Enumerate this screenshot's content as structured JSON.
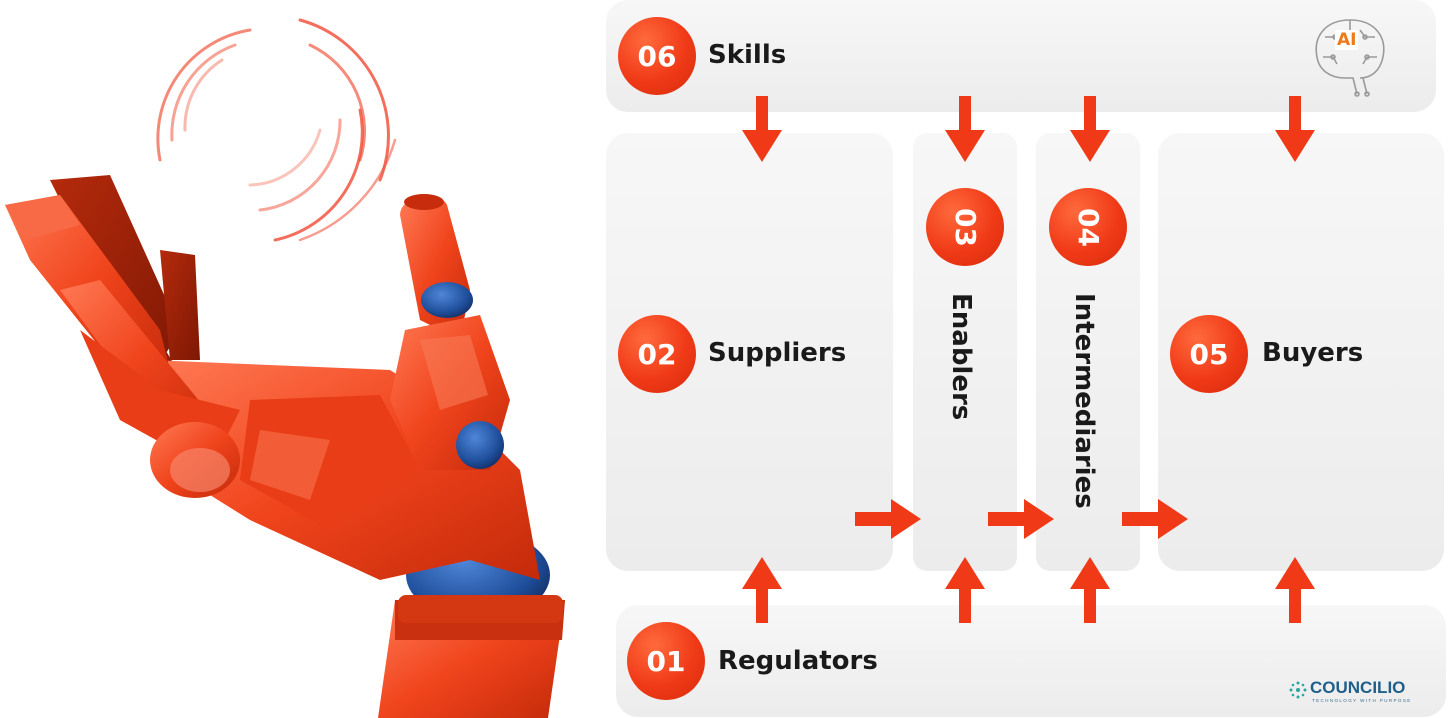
{
  "nodes": {
    "skills": {
      "number": "06",
      "label": "Skills"
    },
    "suppliers": {
      "number": "02",
      "label": "Suppliers"
    },
    "enablers": {
      "number": "03",
      "label": "Enablers"
    },
    "intermediaries": {
      "number": "04",
      "label": "Intermediaries"
    },
    "buyers": {
      "number": "05",
      "label": "Buyers"
    },
    "regulators": {
      "number": "01",
      "label": "Regulators"
    }
  },
  "ai_badge": {
    "text": "AI"
  },
  "logo": {
    "name": "COUNCILIO",
    "tagline": "TECHNOLOGY WITH PURPOSE"
  },
  "colors": {
    "accent": "#f03a17",
    "panel": "#efefef",
    "logo": "#1f5f8a"
  }
}
